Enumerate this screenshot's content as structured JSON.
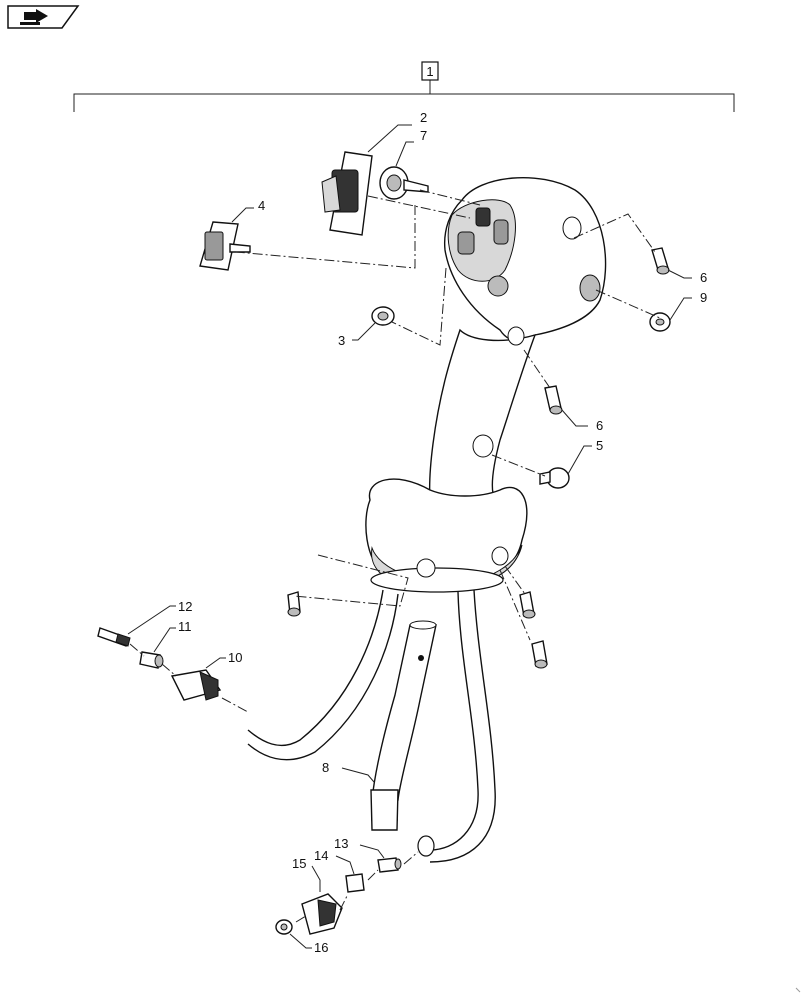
{
  "assembly_label": "1",
  "nav_icon": "page-arrow-icon",
  "callouts": {
    "c2": "2",
    "c3": "3",
    "c4": "4",
    "c5": "5",
    "c6a": "6",
    "c6b": "6",
    "c7": "7",
    "c8": "8",
    "c9": "9",
    "c10": "10",
    "c11": "11",
    "c12": "12",
    "c13": "13",
    "c14": "14",
    "c15": "15",
    "c16": "16"
  }
}
